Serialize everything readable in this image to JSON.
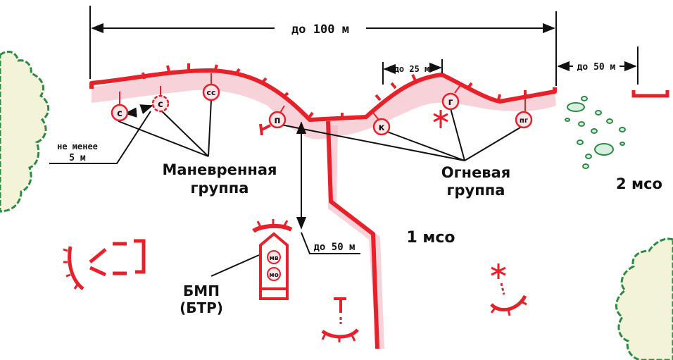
{
  "dimensions": {
    "width_total": "до 100 м",
    "segment": "до 25 м",
    "gap_neighbor": "до 50 м",
    "depth_bmp": "до 50 м",
    "min_spacing_line1": "не менее",
    "min_spacing_line2": "5 м"
  },
  "groups": {
    "maneuver_line1": "Маневренная",
    "maneuver_line2": "группа",
    "fire_line1": "Огневая",
    "fire_line2": "группа"
  },
  "units": {
    "squad1": "1 мсо",
    "squad2": "2 мсо"
  },
  "vehicle": {
    "line1": "БМП",
    "line2": "(БТР)",
    "marker_top": "мв",
    "marker_bottom": "мо"
  },
  "positions": {
    "s1": "с",
    "s2": "с",
    "ss": "сс",
    "p": "п",
    "k": "к",
    "g": "г",
    "pg": "пг"
  },
  "colors": {
    "trench": "#e8202a",
    "shade": "#f4b4c0",
    "ink": "#111111",
    "bush": "#2e8a45",
    "bush_fill": "#f2f3d8"
  }
}
